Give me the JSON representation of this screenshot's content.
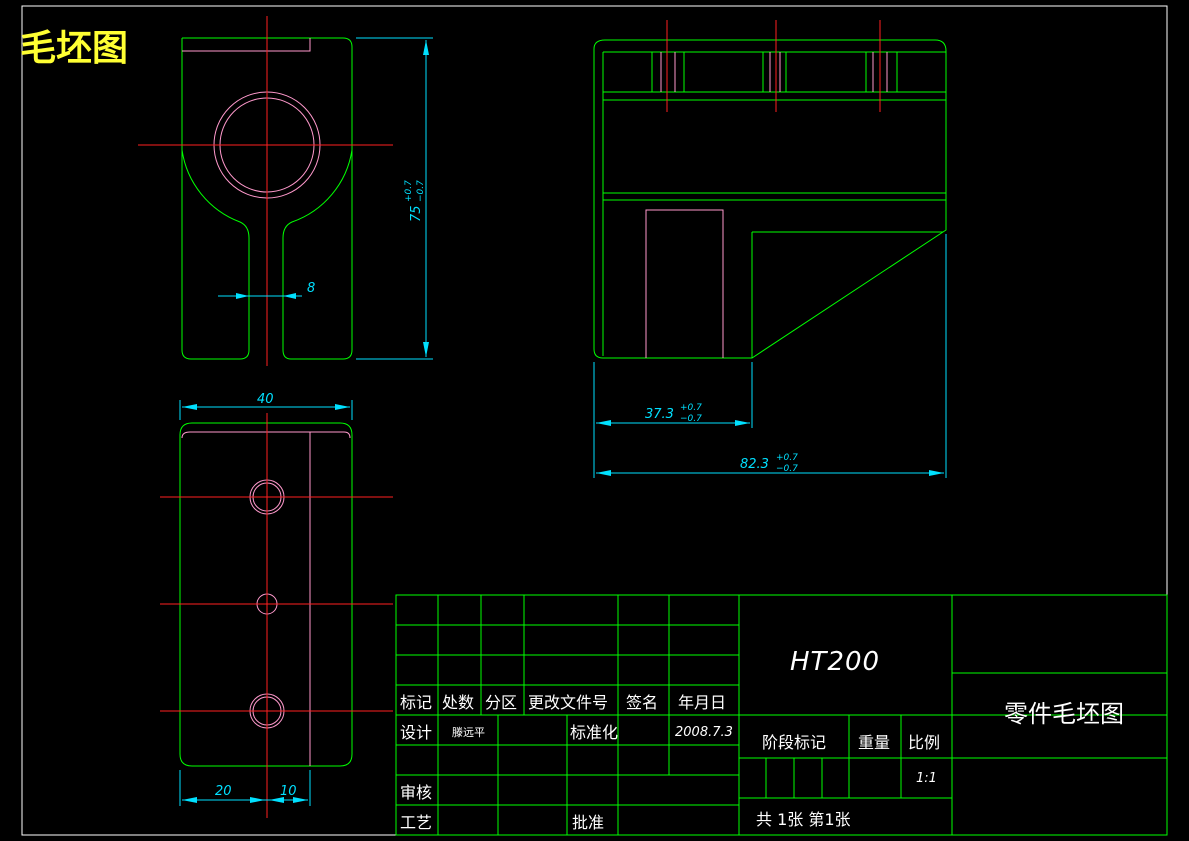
{
  "header": {
    "title": "毛坯图"
  },
  "dimensions": {
    "height_main": "75",
    "height_tol_plus": "+0.7",
    "height_tol_minus": "−0.7",
    "slot_width": "8",
    "width_bottom": "40",
    "offset_20": "20",
    "offset_10": "10",
    "len_short": "37.3",
    "len_short_tol_plus": "+0.7",
    "len_short_tol_minus": "−0.7",
    "len_long": "82.3",
    "len_long_tol_plus": "+0.7",
    "len_long_tol_minus": "−0.7"
  },
  "title_block": {
    "hdr_mark": "标记",
    "hdr_count": "处数",
    "hdr_zone": "分区",
    "hdr_docno": "更改文件号",
    "hdr_sign": "签名",
    "hdr_date": "年月日",
    "design": "设计",
    "designer": "滕远平",
    "standard": "标准化",
    "date": "2008.7.3",
    "review": "审核",
    "process": "工艺",
    "approve": "批准",
    "material": "HT200",
    "stage_mark": "阶段标记",
    "weight": "重量",
    "ratio": "比例",
    "ratio_value": "1:1",
    "sheets": "共 1张 第1张",
    "part_title": "零件毛坯图"
  },
  "colors": {
    "outline": "#00ff00",
    "hidden": "#ff99cc",
    "center": "#ff2020",
    "dimension": "#00e0ff",
    "title": "#ffff33"
  }
}
